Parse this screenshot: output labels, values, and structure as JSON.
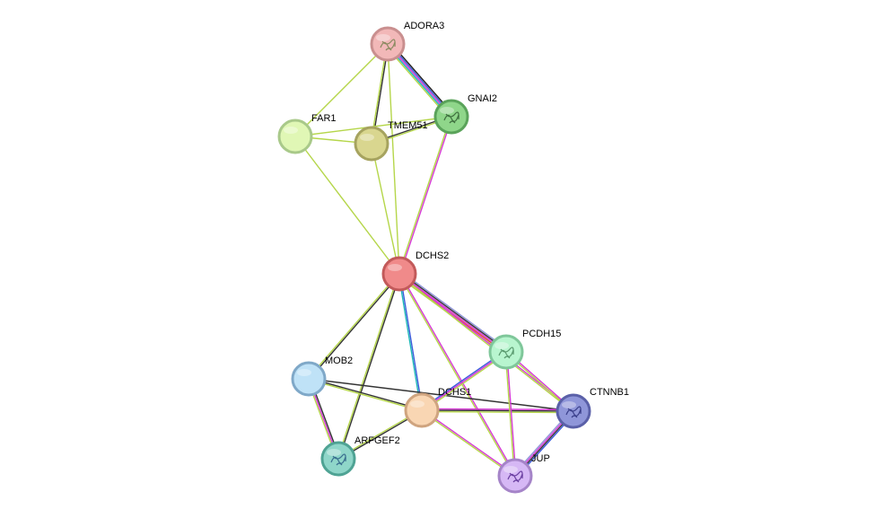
{
  "nodes": [
    {
      "id": "ADORA3",
      "label": "ADORA3",
      "fill": "#f2b8b8",
      "stroke": "#c98f8f",
      "structure": true,
      "glyph": "#8a8a60"
    },
    {
      "id": "GNAI2",
      "label": "GNAI2",
      "fill": "#8fd68a",
      "stroke": "#5aa35a",
      "structure": true,
      "glyph": "#3f6f3f"
    },
    {
      "id": "FAR1",
      "label": "FAR1",
      "fill": "#e0f7b5",
      "stroke": "#a9c98a",
      "structure": false
    },
    {
      "id": "TMEM51",
      "label": "TMEM51",
      "fill": "#d9d68f",
      "stroke": "#a6a35f",
      "structure": false
    },
    {
      "id": "DCHS2",
      "label": "DCHS2",
      "fill": "#f08a8a",
      "stroke": "#c25a5a",
      "structure": false
    },
    {
      "id": "PCDH15",
      "label": "PCDH15",
      "fill": "#b8f5cf",
      "stroke": "#7fc79a",
      "structure": true,
      "glyph": "#5a9a6f"
    },
    {
      "id": "MOB2",
      "label": "MOB2",
      "fill": "#bfe2f7",
      "stroke": "#7fa8c8",
      "structure": false
    },
    {
      "id": "DCHS1",
      "label": "DCHS1",
      "fill": "#f9d6b3",
      "stroke": "#cfa47f",
      "structure": false
    },
    {
      "id": "CTNNB1",
      "label": "CTNNB1",
      "fill": "#8f96d9",
      "stroke": "#5a60a8",
      "structure": true,
      "glyph": "#3a3f8a"
    },
    {
      "id": "ARFGEF2",
      "label": "ARFGEF2",
      "fill": "#8fd6c9",
      "stroke": "#4fa394",
      "structure": true,
      "glyph": "#3a6f8f"
    },
    {
      "id": "JUP",
      "label": "JUP",
      "fill": "#d6b8f5",
      "stroke": "#a584c8",
      "structure": true,
      "glyph": "#6a3fa0"
    }
  ],
  "edges": [
    {
      "source": "ADORA3",
      "target": "GNAI2",
      "colors": [
        "#222222",
        "#3b5bdb",
        "#d63ad6",
        "#1fb8b8",
        "#b5d64a"
      ]
    },
    {
      "source": "ADORA3",
      "target": "TMEM51",
      "colors": [
        "#333333",
        "#b5d64a"
      ]
    },
    {
      "source": "ADORA3",
      "target": "FAR1",
      "colors": [
        "#b5d64a"
      ]
    },
    {
      "source": "ADORA3",
      "target": "DCHS2",
      "colors": [
        "#b5d64a"
      ]
    },
    {
      "source": "FAR1",
      "target": "TMEM51",
      "colors": [
        "#b5d64a"
      ]
    },
    {
      "source": "FAR1",
      "target": "GNAI2",
      "colors": [
        "#b5d64a"
      ]
    },
    {
      "source": "FAR1",
      "target": "DCHS2",
      "colors": [
        "#b5d64a"
      ]
    },
    {
      "source": "TMEM51",
      "target": "GNAI2",
      "colors": [
        "#333333",
        "#b5d64a"
      ]
    },
    {
      "source": "TMEM51",
      "target": "DCHS2",
      "colors": [
        "#b5d64a"
      ]
    },
    {
      "source": "GNAI2",
      "target": "DCHS2",
      "colors": [
        "#d63ad6",
        "#b5d64a"
      ]
    },
    {
      "source": "DCHS2",
      "target": "PCDH15",
      "colors": [
        "#8f96d9",
        "#333333",
        "#d63ad6",
        "#e04040",
        "#b5d64a"
      ]
    },
    {
      "source": "DCHS2",
      "target": "CTNNB1",
      "colors": [
        "#d63ad6",
        "#b5d64a"
      ]
    },
    {
      "source": "DCHS2",
      "target": "MOB2",
      "colors": [
        "#333333",
        "#b5d64a"
      ]
    },
    {
      "source": "DCHS2",
      "target": "ARFGEF2",
      "colors": [
        "#333333",
        "#b5d64a"
      ]
    },
    {
      "source": "DCHS2",
      "target": "DCHS1",
      "colors": [
        "#3b5bdb",
        "#1fb8b8"
      ]
    },
    {
      "source": "DCHS2",
      "target": "JUP",
      "colors": [
        "#d63ad6",
        "#b5d64a"
      ]
    },
    {
      "source": "MOB2",
      "target": "ARFGEF2",
      "colors": [
        "#333333",
        "#d63ad6",
        "#b5d64a"
      ]
    },
    {
      "source": "MOB2",
      "target": "DCHS1",
      "colors": [
        "#333333",
        "#b5d64a"
      ]
    },
    {
      "source": "MOB2",
      "target": "CTNNB1",
      "colors": [
        "#333333"
      ]
    },
    {
      "source": "ARFGEF2",
      "target": "DCHS1",
      "colors": [
        "#b5d64a",
        "#333333"
      ]
    },
    {
      "source": "DCHS1",
      "target": "PCDH15",
      "colors": [
        "#3b5bdb",
        "#d63ad6",
        "#b5d64a"
      ]
    },
    {
      "source": "DCHS1",
      "target": "CTNNB1",
      "colors": [
        "#d63ad6",
        "#333333",
        "#b5d64a"
      ]
    },
    {
      "source": "DCHS1",
      "target": "JUP",
      "colors": [
        "#d63ad6",
        "#b5d64a"
      ]
    },
    {
      "source": "PCDH15",
      "target": "CTNNB1",
      "colors": [
        "#d63ad6",
        "#b5d64a"
      ]
    },
    {
      "source": "PCDH15",
      "target": "JUP",
      "colors": [
        "#d63ad6",
        "#b5d64a"
      ]
    },
    {
      "source": "CTNNB1",
      "target": "JUP",
      "colors": [
        "#3b5bdb",
        "#333333",
        "#d63ad6",
        "#8f96d9"
      ]
    }
  ]
}
